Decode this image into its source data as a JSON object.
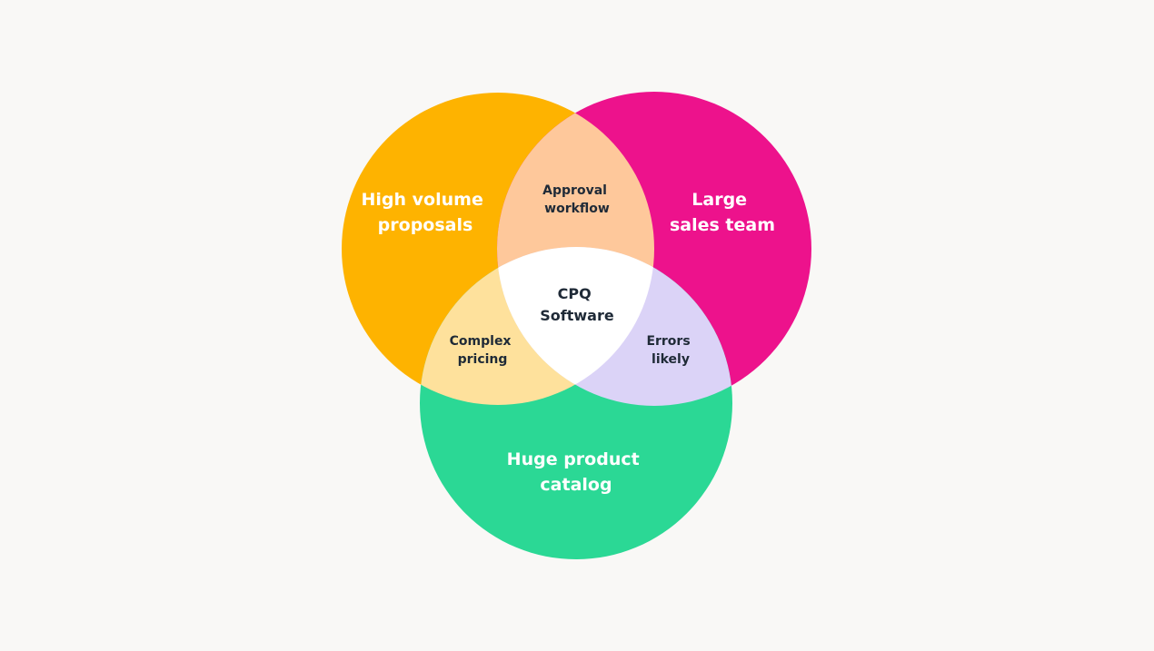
{
  "colors": {
    "background": "#f9f8f6",
    "circle_left": "#feb300",
    "circle_right": "#ed128c",
    "circle_bottom": "#2bd895",
    "overlap_left_right": "#fec89b",
    "overlap_left_bottom": "#fee19c",
    "overlap_right_bottom": "#dbd3f7",
    "overlap_all": "#ffffff",
    "text_light": "#ffffff",
    "text_dark": "#1f2a37"
  },
  "sets": {
    "left": {
      "label_lines": [
        "High volume",
        "proposals"
      ]
    },
    "right": {
      "label_lines": [
        "Large",
        "sales team"
      ]
    },
    "bottom": {
      "label_lines": [
        "Huge product",
        "catalog"
      ]
    }
  },
  "intersections": {
    "left_right": {
      "label_lines": [
        "Approval",
        "workflow"
      ]
    },
    "left_bottom": {
      "label_lines": [
        "Complex",
        "pricing"
      ]
    },
    "right_bottom": {
      "label_lines": [
        "Errors",
        "likely"
      ]
    },
    "all": {
      "label_lines": [
        "CPQ",
        "Software"
      ]
    }
  }
}
